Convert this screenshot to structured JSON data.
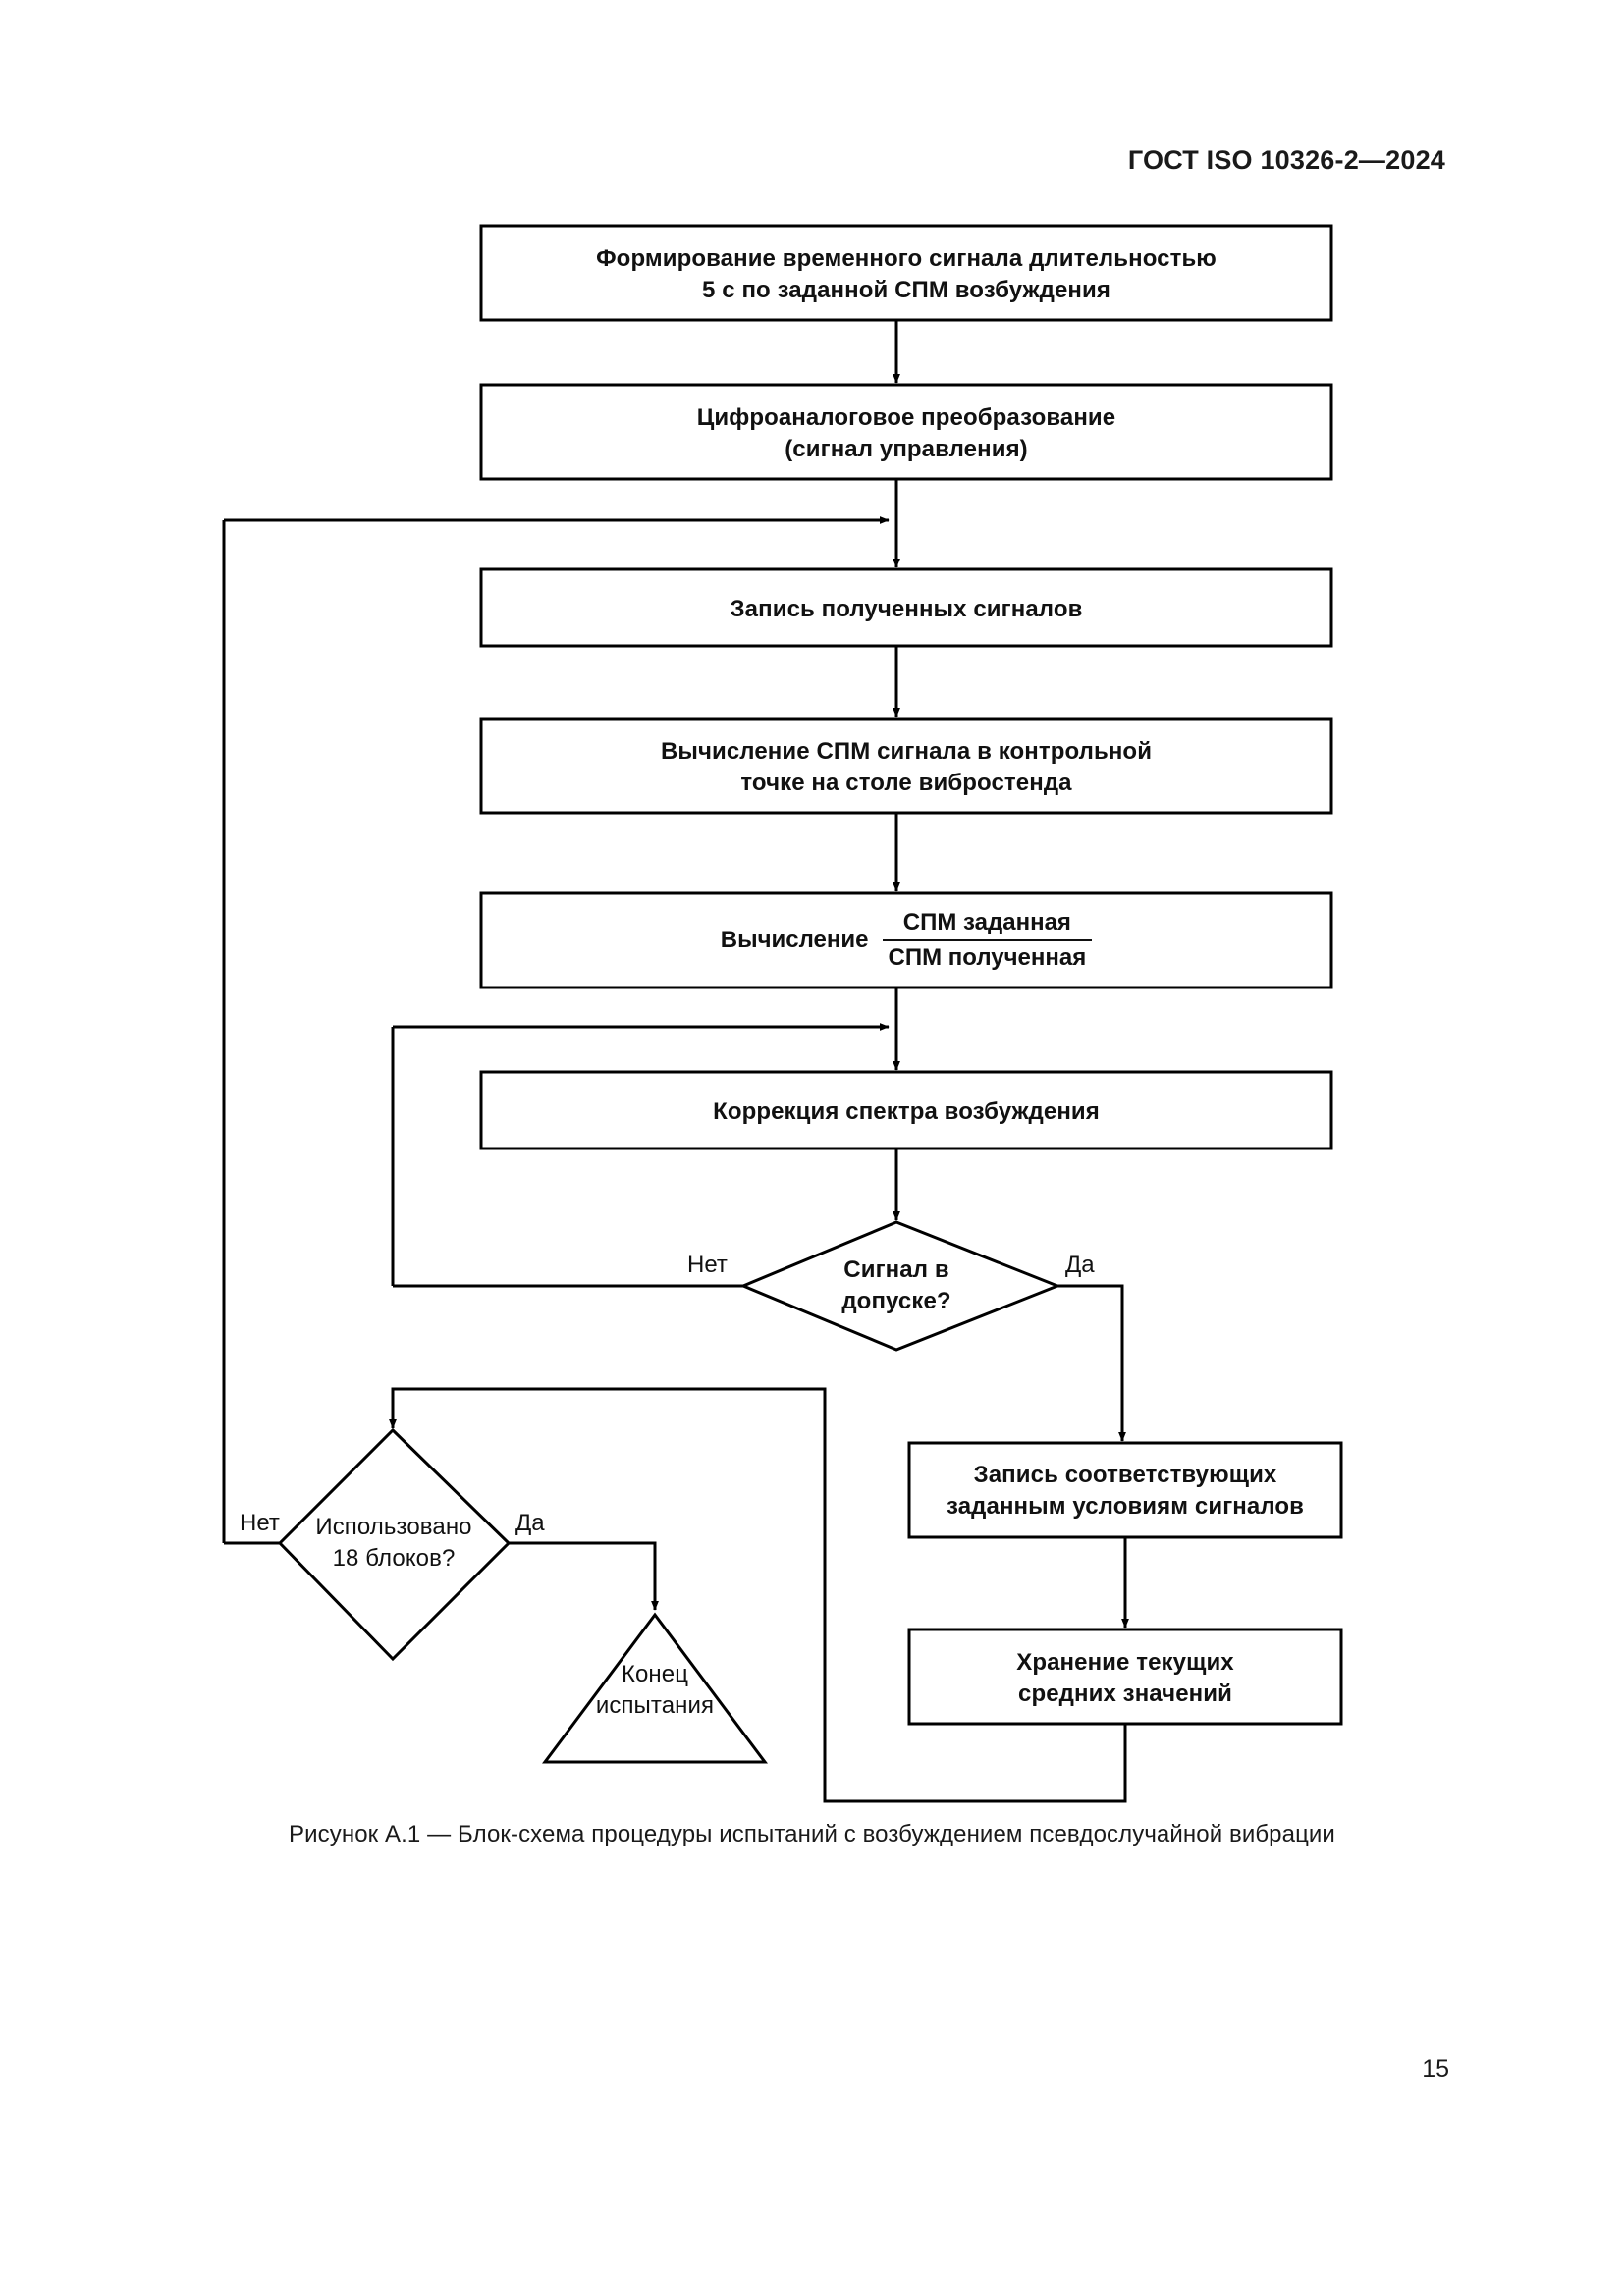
{
  "document": {
    "header": "ГОСТ ISO 10326-2—2024",
    "page_number": "15",
    "caption": "Рисунок А.1 — Блок-схема процедуры испытаний с возбуждением псевдослучайной вибрации"
  },
  "colors": {
    "ink": "#111111",
    "page_background": "#ffffff",
    "line": "#000000"
  },
  "flowchart": {
    "type": "flowchart",
    "nodes": [
      {
        "id": "signal-generation",
        "shape": "process",
        "text": "Формирование временного сигнала длительностью\n5 с по заданной СПМ возбуждения"
      },
      {
        "id": "dac-conversion",
        "shape": "process",
        "text": "Цифроаналоговое преобразование\n(сигнал управления)"
      },
      {
        "id": "record-signals",
        "shape": "process",
        "text": "Запись полученных сигналов"
      },
      {
        "id": "compute-psd",
        "shape": "process",
        "text": "Вычисление СПМ сигнала в контрольной\nточке на столе вибростенда"
      },
      {
        "id": "compute-ratio",
        "shape": "process-fraction",
        "prefix": "Вычисление",
        "numerator": "СПМ заданная",
        "denominator": "СПМ полученная"
      },
      {
        "id": "spectrum-correction",
        "shape": "process",
        "text": "Коррекция спектра возбуждения"
      },
      {
        "id": "signal-in-tolerance",
        "shape": "decision",
        "text": "Сигнал в\nдопуске?",
        "no_label": "Нет",
        "yes_label": "Да"
      },
      {
        "id": "record-matching-signals",
        "shape": "process",
        "text": "Запись соответствующих\nзаданным условиям сигналов"
      },
      {
        "id": "store-running-averages",
        "shape": "process",
        "text": "Хранение текущих\nсредних значений"
      },
      {
        "id": "blocks-used",
        "shape": "decision",
        "text": "Использовано\n18 блоков?",
        "no_label": "Нет",
        "yes_label": "Да"
      },
      {
        "id": "end-of-test",
        "shape": "triangle",
        "text": "Конец\nиспытания"
      }
    ]
  }
}
